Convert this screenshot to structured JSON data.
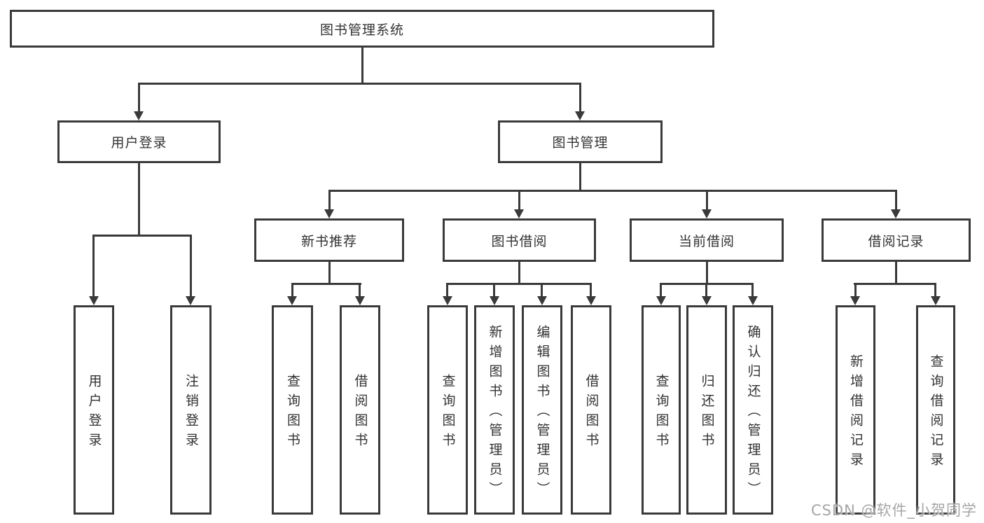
{
  "tree": {
    "root": {
      "label": "图书管理系统"
    },
    "branches": [
      {
        "label": "用户登录",
        "children": [
          {
            "label": "用户登录"
          },
          {
            "label": "注销登录"
          }
        ]
      },
      {
        "label": "图书管理",
        "children": [
          {
            "label": "新书推荐",
            "children": [
              {
                "label": "查询图书"
              },
              {
                "label": "借阅图书"
              }
            ]
          },
          {
            "label": "图书借阅",
            "children": [
              {
                "label": "查询图书"
              },
              {
                "label": "新增图书（管理员）"
              },
              {
                "label": "编辑图书（管理员）"
              },
              {
                "label": "借阅图书"
              }
            ]
          },
          {
            "label": "当前借阅",
            "children": [
              {
                "label": "查询图书"
              },
              {
                "label": "归还图书"
              },
              {
                "label": "确认归还（管理员）"
              }
            ]
          },
          {
            "label": "借阅记录",
            "children": [
              {
                "label": "新增借阅记录"
              },
              {
                "label": "查询借阅记录"
              }
            ]
          }
        ]
      }
    ]
  },
  "watermark": {
    "text": "CSDN @软件_小贺同学"
  },
  "colors": {
    "line": "#3a3a3a",
    "text": "#333333",
    "watermark": "#969696",
    "background": "#ffffff"
  }
}
